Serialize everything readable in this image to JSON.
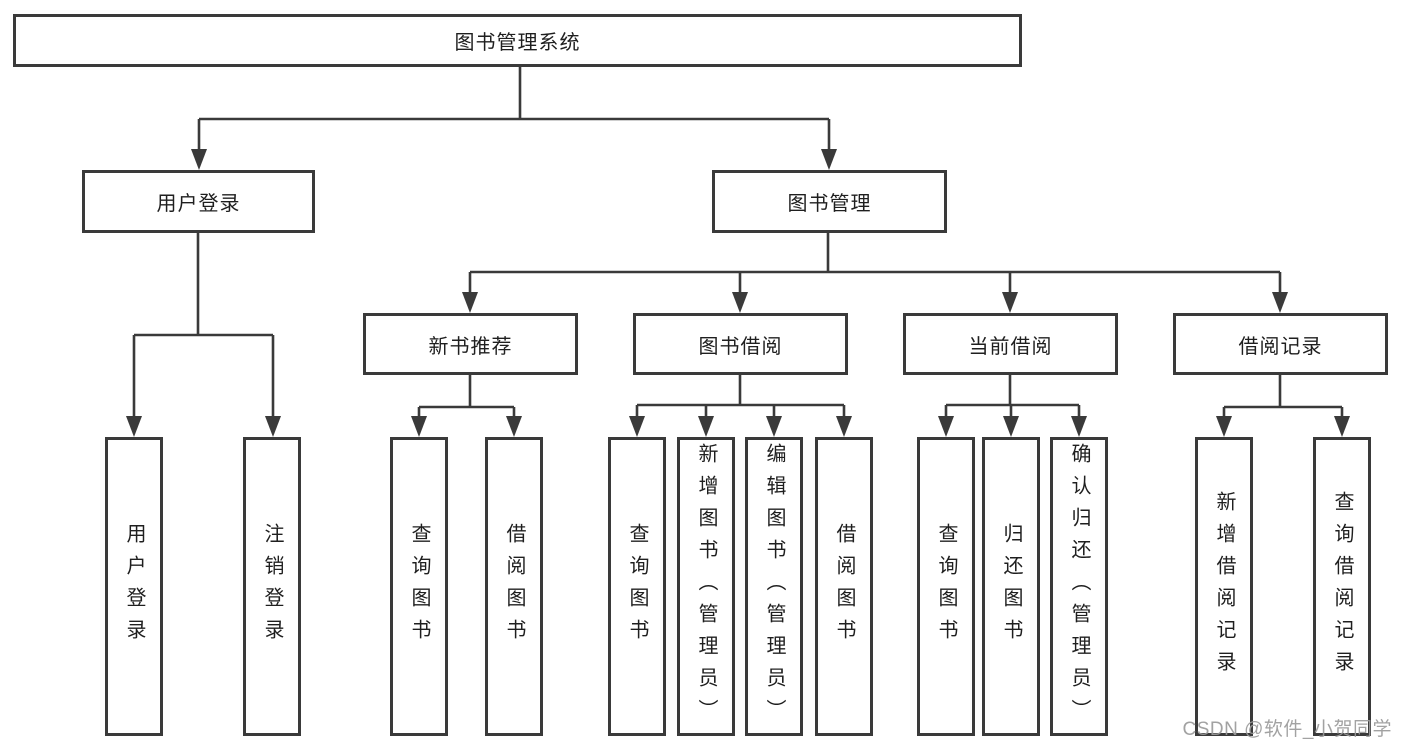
{
  "tree": {
    "root": {
      "label": "图书管理系统",
      "children": [
        {
          "label": "用户登录",
          "children": [
            {
              "label": "用户登录"
            },
            {
              "label": "注销登录"
            }
          ]
        },
        {
          "label": "图书管理",
          "children": [
            {
              "label": "新书推荐",
              "children": [
                {
                  "label": "查询图书"
                },
                {
                  "label": "借阅图书"
                }
              ]
            },
            {
              "label": "图书借阅",
              "children": [
                {
                  "label": "查询图书"
                },
                {
                  "label": "新增图书（管理员）"
                },
                {
                  "label": "编辑图书（管理员）"
                },
                {
                  "label": "借阅图书"
                }
              ]
            },
            {
              "label": "当前借阅",
              "children": [
                {
                  "label": "查询图书"
                },
                {
                  "label": "归还图书"
                },
                {
                  "label": "确认归还（管理员）"
                }
              ]
            },
            {
              "label": "借阅记录",
              "children": [
                {
                  "label": "新增借阅记录"
                },
                {
                  "label": "查询借阅记录"
                }
              ]
            }
          ]
        }
      ]
    }
  },
  "watermark": {
    "text": "CSDN @软件_小贺同学"
  },
  "colors": {
    "line": "#3a3a3a",
    "box_border": "#3a3a3a",
    "text": "#1f1f1f",
    "watermark": "#9b9b9b",
    "background": "#ffffff"
  }
}
